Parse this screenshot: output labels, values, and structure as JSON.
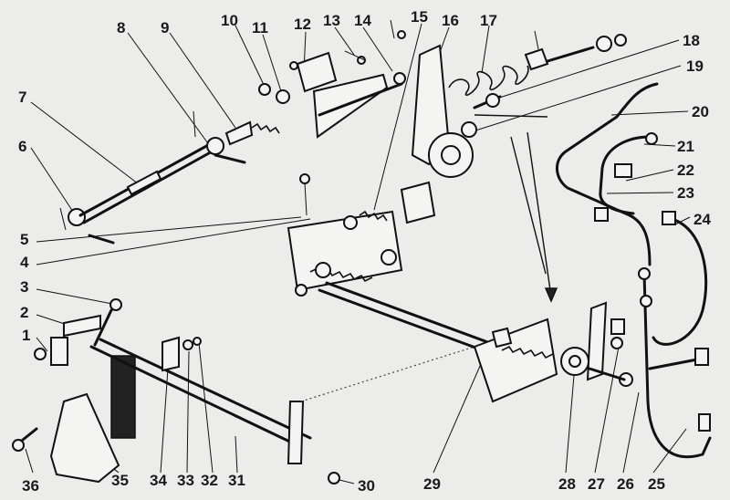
{
  "callouts": [
    {
      "id": "c1",
      "label": "1"
    },
    {
      "id": "c2",
      "label": "2"
    },
    {
      "id": "c3",
      "label": "3"
    },
    {
      "id": "c4",
      "label": "4"
    },
    {
      "id": "c5",
      "label": "5"
    },
    {
      "id": "c6",
      "label": "6"
    },
    {
      "id": "c7",
      "label": "7"
    },
    {
      "id": "c8",
      "label": "8"
    },
    {
      "id": "c9",
      "label": "9"
    },
    {
      "id": "c10",
      "label": "10"
    },
    {
      "id": "c11",
      "label": "11"
    },
    {
      "id": "c12",
      "label": "12"
    },
    {
      "id": "c13",
      "label": "13"
    },
    {
      "id": "c14",
      "label": "14"
    },
    {
      "id": "c15",
      "label": "15"
    },
    {
      "id": "c16",
      "label": "16"
    },
    {
      "id": "c17",
      "label": "17"
    },
    {
      "id": "c18",
      "label": "18"
    },
    {
      "id": "c19",
      "label": "19"
    },
    {
      "id": "c20",
      "label": "20"
    },
    {
      "id": "c21",
      "label": "21"
    },
    {
      "id": "c22",
      "label": "22"
    },
    {
      "id": "c23",
      "label": "23"
    },
    {
      "id": "c24",
      "label": "24"
    },
    {
      "id": "c25",
      "label": "25"
    },
    {
      "id": "c26",
      "label": "26"
    },
    {
      "id": "c27",
      "label": "27"
    },
    {
      "id": "c28",
      "label": "28"
    },
    {
      "id": "c29",
      "label": "29"
    },
    {
      "id": "c30",
      "label": "30"
    },
    {
      "id": "c31",
      "label": "31"
    },
    {
      "id": "c32",
      "label": "32"
    },
    {
      "id": "c33",
      "label": "33"
    },
    {
      "id": "c34",
      "label": "34"
    },
    {
      "id": "c35",
      "label": "35"
    },
    {
      "id": "c36",
      "label": "36"
    }
  ]
}
